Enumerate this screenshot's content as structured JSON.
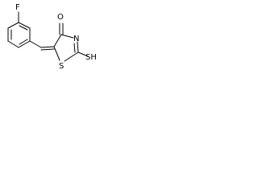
{
  "molecule": {
    "atoms": {
      "fluorine": "F",
      "carbonyl_oxygen": "O",
      "ring_nitrogen": "N",
      "ring_sulfur": "S",
      "thiol_group": "SH"
    },
    "line_color": "#000000",
    "background_color": "#ffffff"
  }
}
